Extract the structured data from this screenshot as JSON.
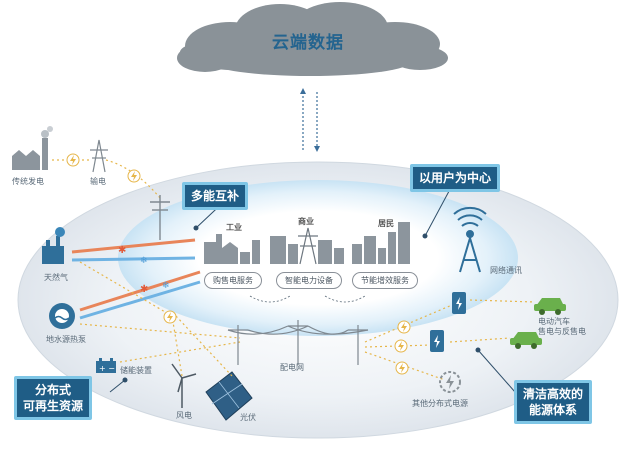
{
  "cloud": {
    "title": "云端数据"
  },
  "tags": {
    "multi_energy": "多能互补",
    "user_centered": "以用户为中心",
    "distributed_l1": "分布式",
    "distributed_l2": "可再生资源",
    "clean_l1": "清洁高效的",
    "clean_l2": "能源体系"
  },
  "sources": {
    "traditional": "传统发电",
    "transmission": "输电",
    "natural_gas": "天然气",
    "geothermal": "地水源热泵",
    "storage": "储能装置",
    "wind": "风电",
    "solar": "光伏",
    "grid": "配电网",
    "network": "网络通讯",
    "other": "其他分布式电源"
  },
  "ev": {
    "l1": "电动汽车",
    "l2": "售电与反售电"
  },
  "zones": {
    "industry": "工业",
    "commerce": "商业",
    "residential": "居民"
  },
  "services": {
    "sale": "购售电服务",
    "smart": "智能电力设备",
    "saving": "节能增效服务"
  },
  "colors": {
    "accent_dark": "#1f5d86",
    "accent_light": "#7fc6e6",
    "cloud": "#8a9298",
    "ev_green": "#6ab04c",
    "gas_line": "#e8855a",
    "water_line": "#6fb3e3"
  }
}
